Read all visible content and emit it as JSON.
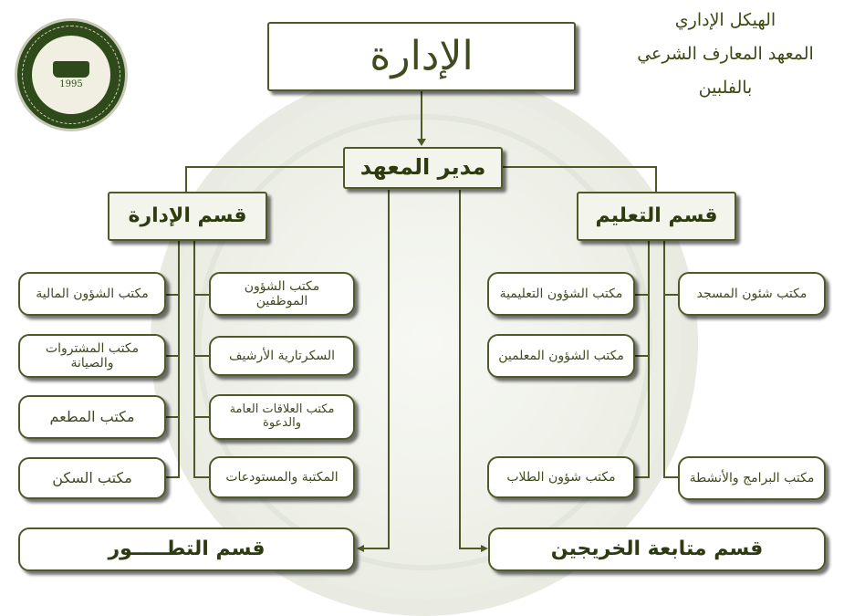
{
  "header": {
    "line1": "الهيكل الإداري",
    "line2": "المعهد المعارف الشرعي",
    "line3": "بالفلبين"
  },
  "logo": {
    "year": "1995"
  },
  "root": {
    "label": "الإدارة"
  },
  "director": {
    "label": "مدير المعهد"
  },
  "admin_dept": {
    "label": "قسم الإدارة",
    "offices_right": [
      "مكتب الشؤون الموظفين",
      "السكرتارية الأرشيف",
      "مكتب العلاقات العامة والدعوة",
      "المكتبة والمستودعات"
    ],
    "offices_left": [
      "مكتب الشؤون المالية",
      "مكتب المشتروات والصيانة",
      "مكتب المطعم",
      "مكتب السكن"
    ]
  },
  "edu_dept": {
    "label": "قسم التعليم",
    "offices_left": [
      "مكتب الشؤون التعليمية",
      "مكتب الشؤون المعلمين",
      "مكتب شؤون الطلاب"
    ],
    "offices_right": [
      "مكتب شئون المسجد",
      "مكتب البرامج والأنشطة"
    ]
  },
  "dev_dept": {
    "label": "قسم التطـــــور"
  },
  "alumni_dept": {
    "label": "قسم  متابعة الخريجين"
  },
  "colors": {
    "line": "#4d5a28",
    "text": "#3f4a1d",
    "watermark": "#eef0e8"
  }
}
